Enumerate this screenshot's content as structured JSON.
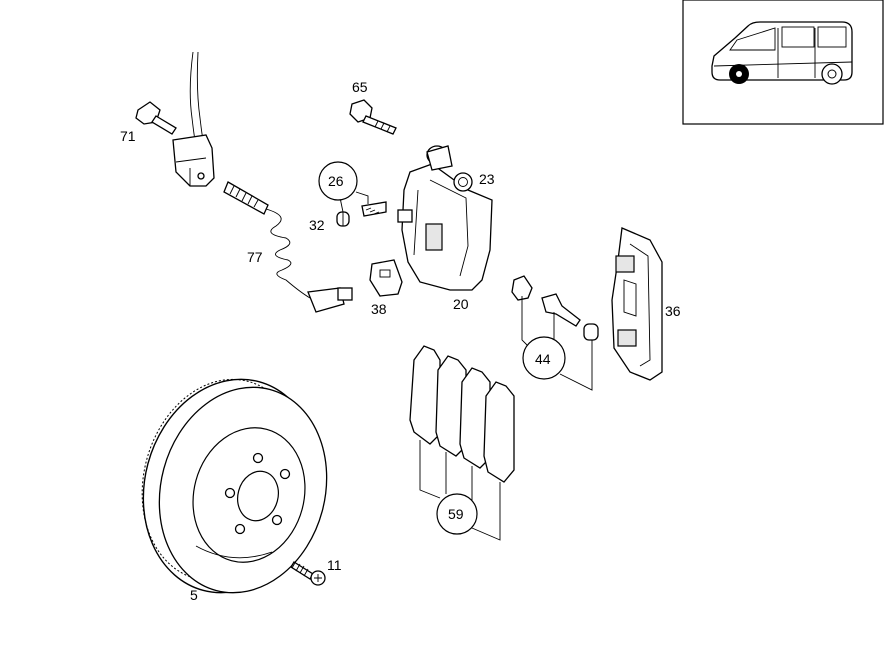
{
  "diagram": {
    "labels": {
      "p5": "5",
      "p11": "11",
      "p20": "20",
      "p23": "23",
      "p26": "26",
      "p32": "32",
      "p36": "36",
      "p38": "38",
      "p44": "44",
      "p59": "59",
      "p65": "65",
      "p71": "71",
      "p77": "77"
    },
    "inset_icon": "van-side-view-icon",
    "colors": {
      "line": "#000000",
      "background": "#ffffff",
      "inset_wheel_highlight": "#000000"
    }
  }
}
